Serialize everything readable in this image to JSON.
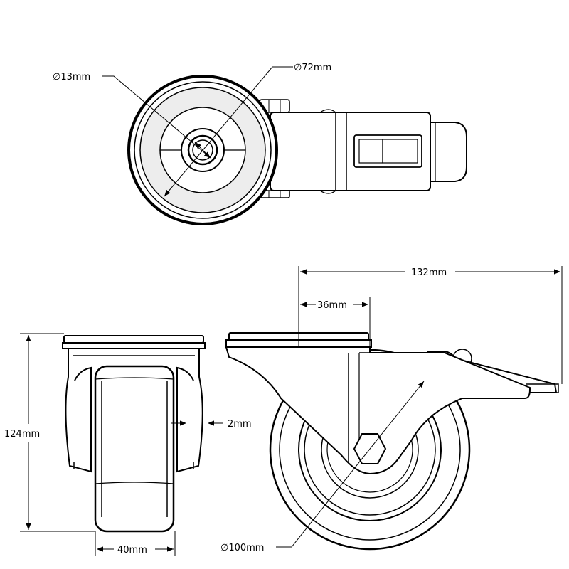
{
  "colors": {
    "line": "#000000",
    "shade": "#b8b8b8",
    "background": "#ffffff"
  },
  "dimensions": {
    "bolt_hole_diameter": "∅13mm",
    "top_plate_diameter": "∅72mm",
    "overall_length": "132mm",
    "swivel_offset": "36mm",
    "overall_height": "124mm",
    "fork_clearance": "2mm",
    "wheel_width": "40mm",
    "wheel_diameter": "∅100mm"
  }
}
